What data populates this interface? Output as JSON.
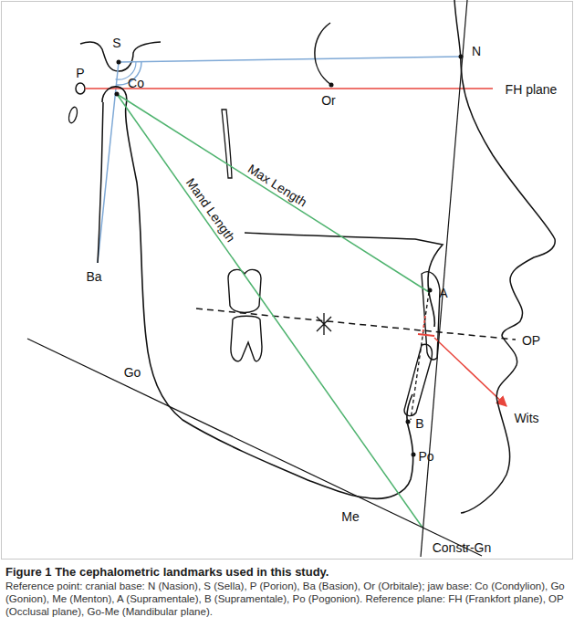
{
  "diagram": {
    "title": "Figure 1 The cephalometric landmarks used in this study.",
    "caption": "Reference point: cranial base: N (Nasion), S (Sella), P (Porion), Ba (Basion), Or (Orbitale); jaw base: Co (Condylion), Go (Gonion), Me (Menton), A (Supramentale), B (Supramentale), Po (Pogonion). Reference plane: FH (Frankfort plane), OP (Occlusal plane), Go-Me (Mandibular plane).",
    "labels": [
      "S",
      "N",
      "P",
      "FH plane",
      "Or",
      "Co",
      "Max Length",
      "Ba",
      "Mand Length",
      "A",
      "OP",
      "Wits",
      "Go",
      "B",
      "Po",
      "Me",
      "Constr-Gn"
    ]
  }
}
